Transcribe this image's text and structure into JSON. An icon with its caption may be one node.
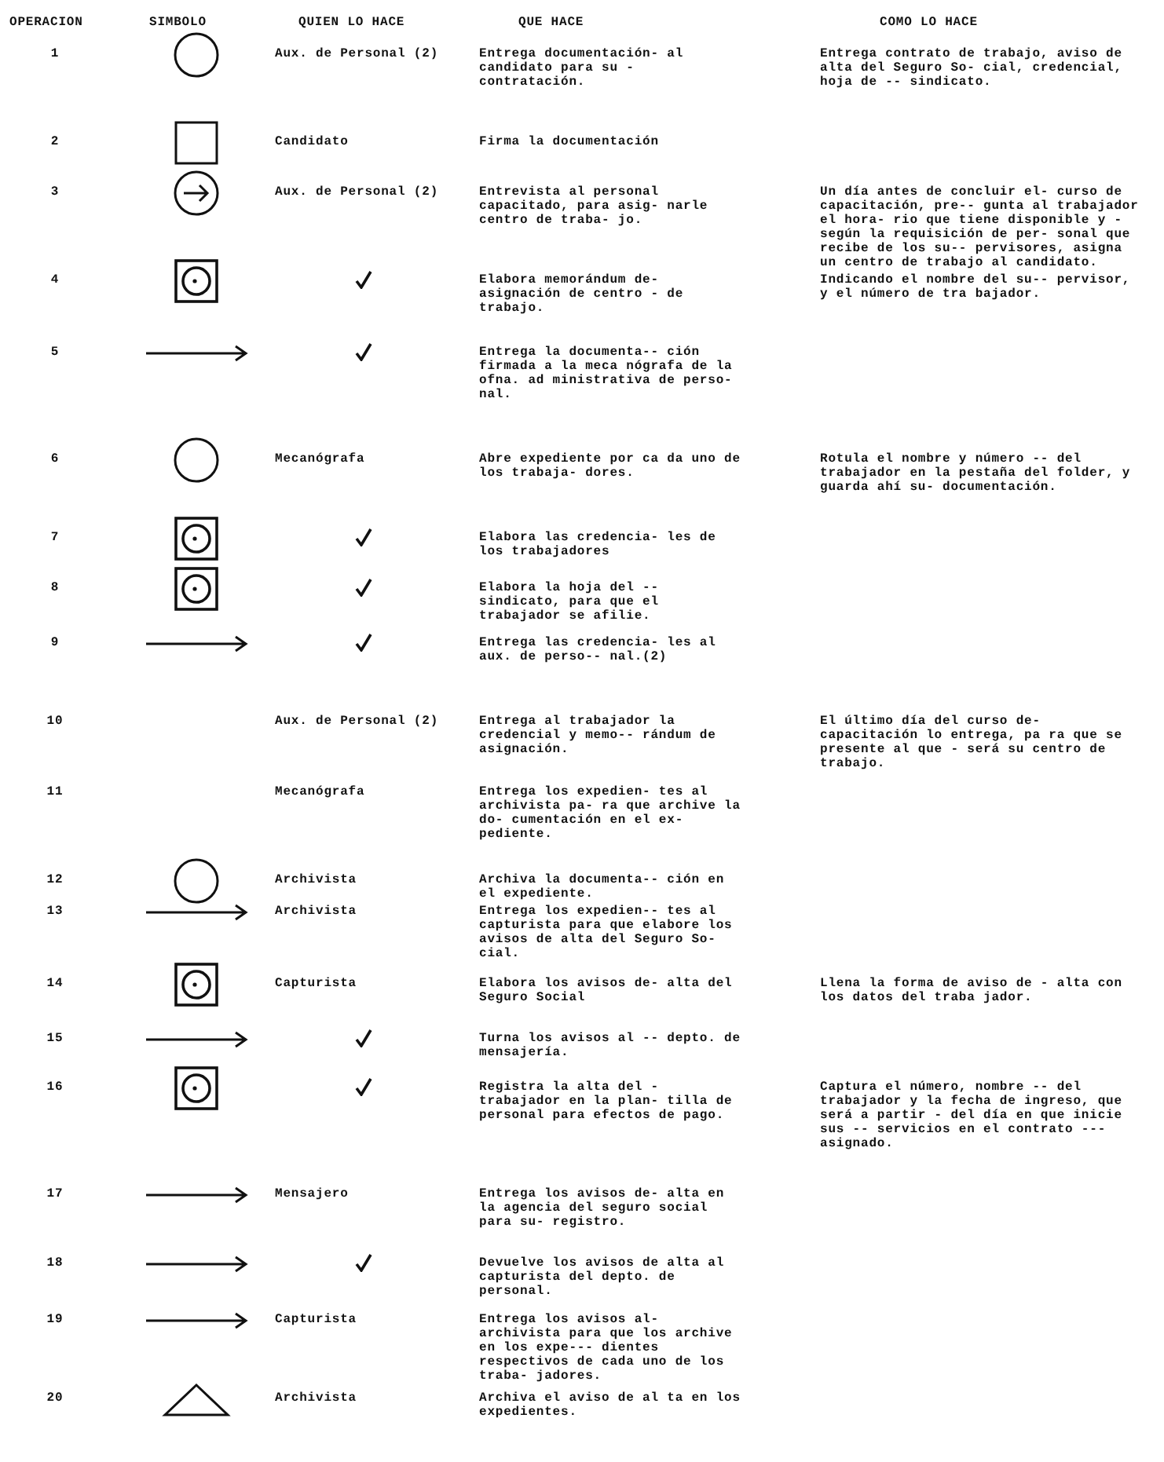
{
  "diagram": {
    "labels": [
      "OPERACION",
      "SIMBOLO",
      "QUIEN LO HACE",
      "QUE HACE",
      "COMO LO HACE",
      "1",
      "Aux. de Personal (2)",
      "Entrega documentación- al candidato para su - contratación.",
      "Entrega contrato de trabajo, aviso de alta del Seguro So- cial, credencial, hoja de -- sindicato.",
      "2",
      "Candidato",
      "Firma la documentación",
      "3",
      "Aux. de Personal (2)",
      "Entrevista al personal capacitado, para asig- narle centro de traba- jo.",
      "Un día antes de concluir el- curso de capacitación, pre-- gunta al trabajador el hora- rio que tiene disponible y - según la requisición de per- sonal que recibe de los su-- pervisores, asigna un centro de trabajo al candidato.",
      "4",
      "Elabora memorándum de- asignación de centro - de trabajo.",
      "Indicando el nombre del su-- pervisor, y el número de tra bajador.",
      "5",
      "Entrega la documenta-- ción firmada a la meca nógrafa de la ofna. ad ministrativa de perso- nal.",
      "6",
      "Mecanógrafa",
      "Abre expediente por ca da uno de los trabaja- dores.",
      "Rotula el nombre y número -- del trabajador en la pestaña del folder, y guarda ahí su- documentación.",
      "7",
      "Elabora las credencia- les de los trabajadores",
      "8",
      "Elabora la hoja del -- sindicato, para que el trabajador se afilie.",
      "9",
      "Entrega las credencia- les al aux. de perso-- nal.(2)",
      "10",
      "Aux. de Personal (2)",
      "Entrega al trabajador la credencial y memo-- rándum de asignación.",
      "El último día del curso de- capacitación lo entrega, pa ra que se presente al que - será su centro de trabajo.",
      "11",
      "Mecanógrafa",
      "Entrega los expedien- tes al archivista pa- ra que archive la do- cumentación en el ex- pediente.",
      "12",
      "Archivista",
      "Archiva la documenta-- ción en el expediente.",
      "13",
      "Archivista",
      "Entrega los expedien-- tes al capturista para que elabore los avisos de alta del Seguro So- cial.",
      "14",
      "Capturista",
      "Elabora los avisos de- alta del Seguro Social",
      "Llena la forma de aviso de - alta con los datos del traba jador.",
      "15",
      "Turna los avisos al -- depto. de mensajería.",
      "16",
      "Registra la alta del - trabajador en la plan- tilla de personal para efectos de pago.",
      "Captura el número, nombre -- del trabajador y la fecha de ingreso, que será a partir - del día en que inicie sus -- servicios en el contrato --- asignado.",
      "17",
      "Mensajero",
      "Entrega los avisos de- alta en la agencia del seguro social para su- registro.",
      "18",
      "Devuelve los avisos de alta al capturista del depto. de personal.",
      "19",
      "Capturista",
      "Entrega los avisos al- archivista para que los archive en los expe--- dientes respectivos de cada uno de los traba- jadores.",
      "20",
      "Archivista",
      "Archiva el aviso de al ta en los expedientes."
    ]
  }
}
